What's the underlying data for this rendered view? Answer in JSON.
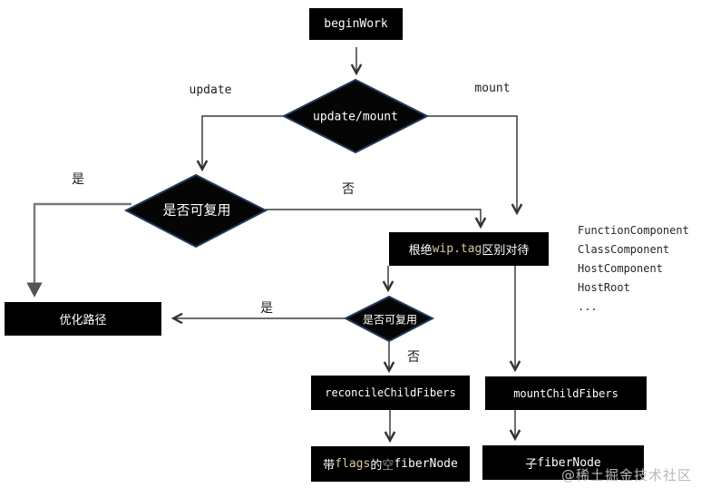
{
  "diagram": {
    "nodes": {
      "begin_work": "beginWork",
      "update_mount": "update/mount",
      "reuse_check_1": "是否可复用",
      "optimized_path": "优化路径",
      "tag_switch": {
        "part1": "根绝 ",
        "highlight": "wip.tag",
        "part2": " 区别对待"
      },
      "reuse_check_2": "是否可复用",
      "reconcile_child_fibers": "reconcileChildFibers",
      "mount_child_fibers": "mountChildFibers",
      "flagged_fiber": {
        "part1": "带 ",
        "highlight": "flags",
        "part2": " 的",
        "dim": "空",
        "part3": " fiberNode"
      },
      "child_fiber": {
        "part1": "子 ",
        "part2": "fiberNode"
      }
    },
    "edge_labels": {
      "update": "update",
      "mount": "mount",
      "yes_1": "是",
      "no_1": "否",
      "yes_2": "是",
      "no_2": "否"
    },
    "component_list": {
      "items": [
        "FunctionComponent",
        "ClassComponent",
        "HostComponent",
        "HostRoot",
        "..."
      ]
    },
    "watermark": "@稀土掘金技术社区",
    "colors": {
      "node_background": "#000000",
      "node_text": "#ffffff",
      "highlight_text": "#d6c7a1",
      "dim_text": "#8f8f8f",
      "diamond_border": "#223a60",
      "connector": "#3c3c3c",
      "gray_connector": "#787878",
      "watermark_text": "#b9b9b9"
    }
  }
}
